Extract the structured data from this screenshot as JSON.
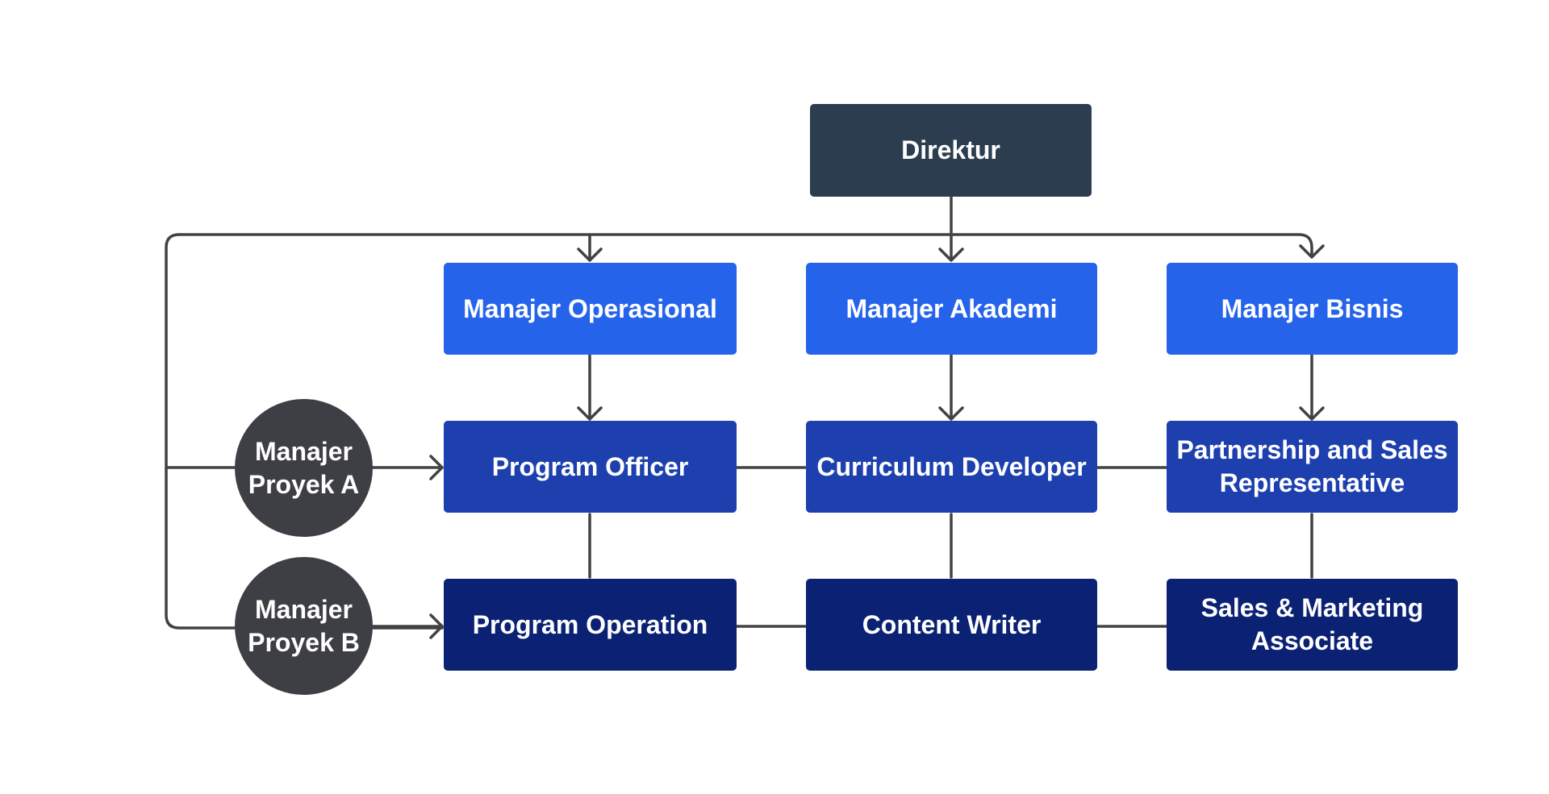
{
  "colors": {
    "director": "#2d3d50",
    "manager": "#2563eb",
    "staff_mid": "#1e40af",
    "staff_low": "#0b2274",
    "project_manager": "#3e3f45",
    "connector": "#424242"
  },
  "nodes": {
    "direktur": "Direktur",
    "manajer_operasional": "Manajer Operasional",
    "manajer_akademi": "Manajer Akademi",
    "manajer_bisnis": "Manajer Bisnis",
    "program_officer": "Program Officer",
    "curriculum_developer": "Curriculum Developer",
    "partnership_sales": "Partnership and Sales\nRepresentative",
    "program_operation": "Program Operation",
    "content_writer": "Content Writer",
    "sales_marketing": "Sales & Marketing\nAssociate",
    "manajer_proyek_a": "Manajer\nProyek A",
    "manajer_proyek_b": "Manajer\nProyek B"
  }
}
